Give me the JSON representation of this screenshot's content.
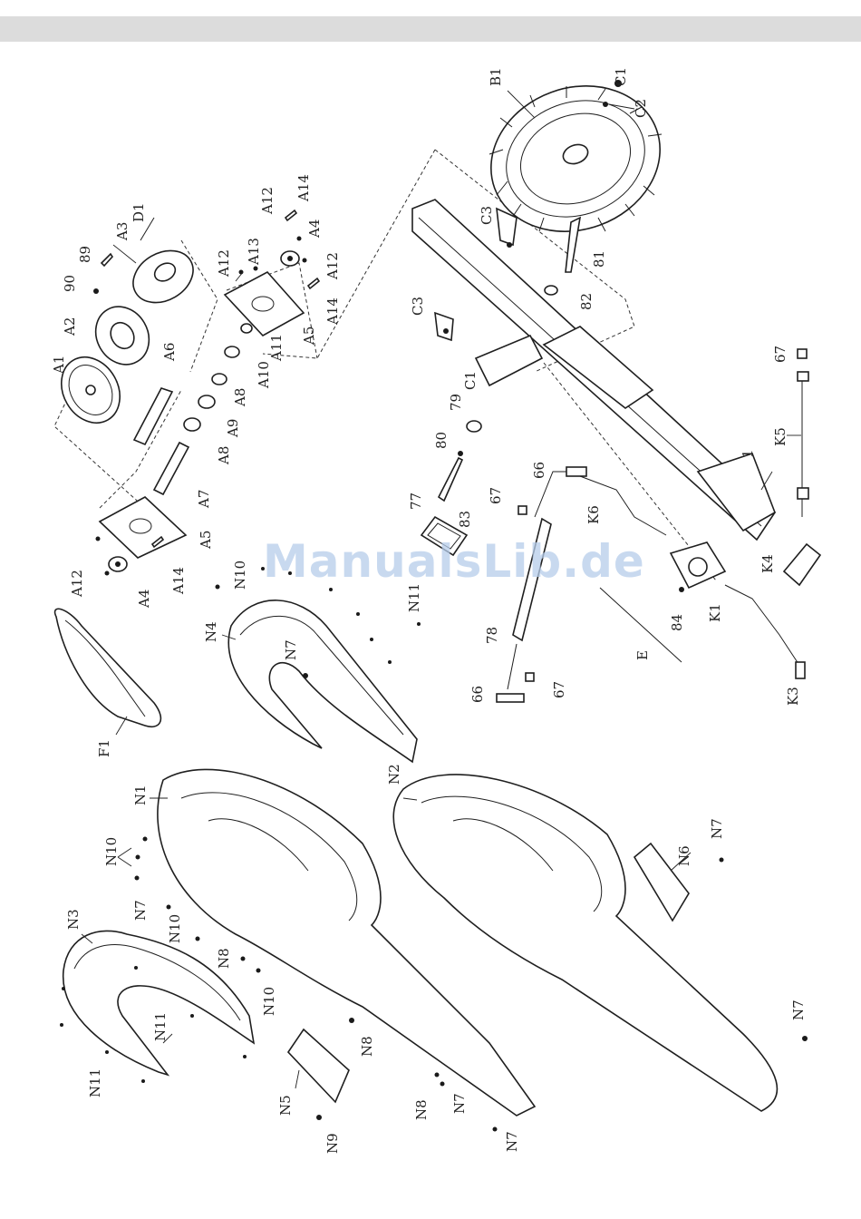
{
  "watermark": "ManualsLib.de",
  "labels": {
    "B1": "B1",
    "C1": "C1",
    "C2": "C2",
    "D1": "D1",
    "A3": "A3",
    "89": "89",
    "90": "90",
    "A2": "A2",
    "A1": "A1",
    "A6": "A6",
    "A12": "A12",
    "A13": "A13",
    "A14": "A14",
    "A4": "A4",
    "A5": "A5",
    "A11": "A11",
    "A10": "A10",
    "A8": "A8",
    "A9": "A9",
    "A7": "A7",
    "C3": "C3",
    "81": "81",
    "82": "82",
    "79": "79",
    "80": "80",
    "83": "83",
    "77": "77",
    "1": "1",
    "66": "66",
    "67": "67",
    "K6": "K6",
    "K5": "K5",
    "K4": "K4",
    "K1": "K1",
    "K3": "K3",
    "84": "84",
    "78": "78",
    "E": "E",
    "F1": "F1",
    "N10": "N10",
    "N11": "N11",
    "N4": "N4",
    "N7": "N7",
    "N1": "N1",
    "N2": "N2",
    "N3": "N3",
    "N6": "N6",
    "N8": "N8",
    "N5": "N5",
    "N9": "N9"
  }
}
